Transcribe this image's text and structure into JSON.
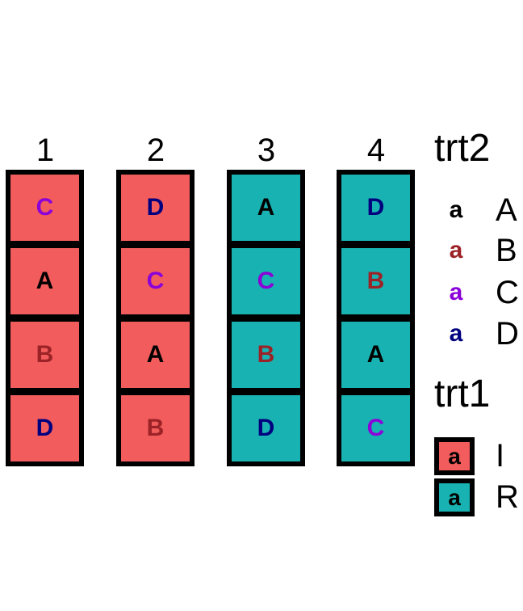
{
  "columns": [
    {
      "label": "1",
      "cells": [
        {
          "letter": "C",
          "trt1": "I"
        },
        {
          "letter": "A",
          "trt1": "I"
        },
        {
          "letter": "B",
          "trt1": "I"
        },
        {
          "letter": "D",
          "trt1": "I"
        }
      ]
    },
    {
      "label": "2",
      "cells": [
        {
          "letter": "D",
          "trt1": "I"
        },
        {
          "letter": "C",
          "trt1": "I"
        },
        {
          "letter": "A",
          "trt1": "I"
        },
        {
          "letter": "B",
          "trt1": "I"
        }
      ]
    },
    {
      "label": "3",
      "cells": [
        {
          "letter": "A",
          "trt1": "R"
        },
        {
          "letter": "C",
          "trt1": "R"
        },
        {
          "letter": "B",
          "trt1": "R"
        },
        {
          "letter": "D",
          "trt1": "R"
        }
      ]
    },
    {
      "label": "4",
      "cells": [
        {
          "letter": "D",
          "trt1": "R"
        },
        {
          "letter": "B",
          "trt1": "R"
        },
        {
          "letter": "A",
          "trt1": "R"
        },
        {
          "letter": "C",
          "trt1": "R"
        }
      ]
    }
  ],
  "legend_trt2": {
    "title": "trt2",
    "key_glyph": "a",
    "items": [
      {
        "label": "A",
        "color": "#000000"
      },
      {
        "label": "B",
        "color": "#9B2226"
      },
      {
        "label": "C",
        "color": "#8B00D8"
      },
      {
        "label": "D",
        "color": "#00007F"
      }
    ]
  },
  "legend_trt1": {
    "title": "trt1",
    "key_glyph": "a",
    "items": [
      {
        "label": "I",
        "color": "#F25C5C"
      },
      {
        "label": "R",
        "color": "#19B2B2"
      }
    ]
  },
  "colors": {
    "trt1": {
      "I": "#F25C5C",
      "R": "#19B2B2"
    },
    "trt2": {
      "A": "#000000",
      "B": "#9B2226",
      "C": "#8B00D8",
      "D": "#00007F"
    }
  }
}
